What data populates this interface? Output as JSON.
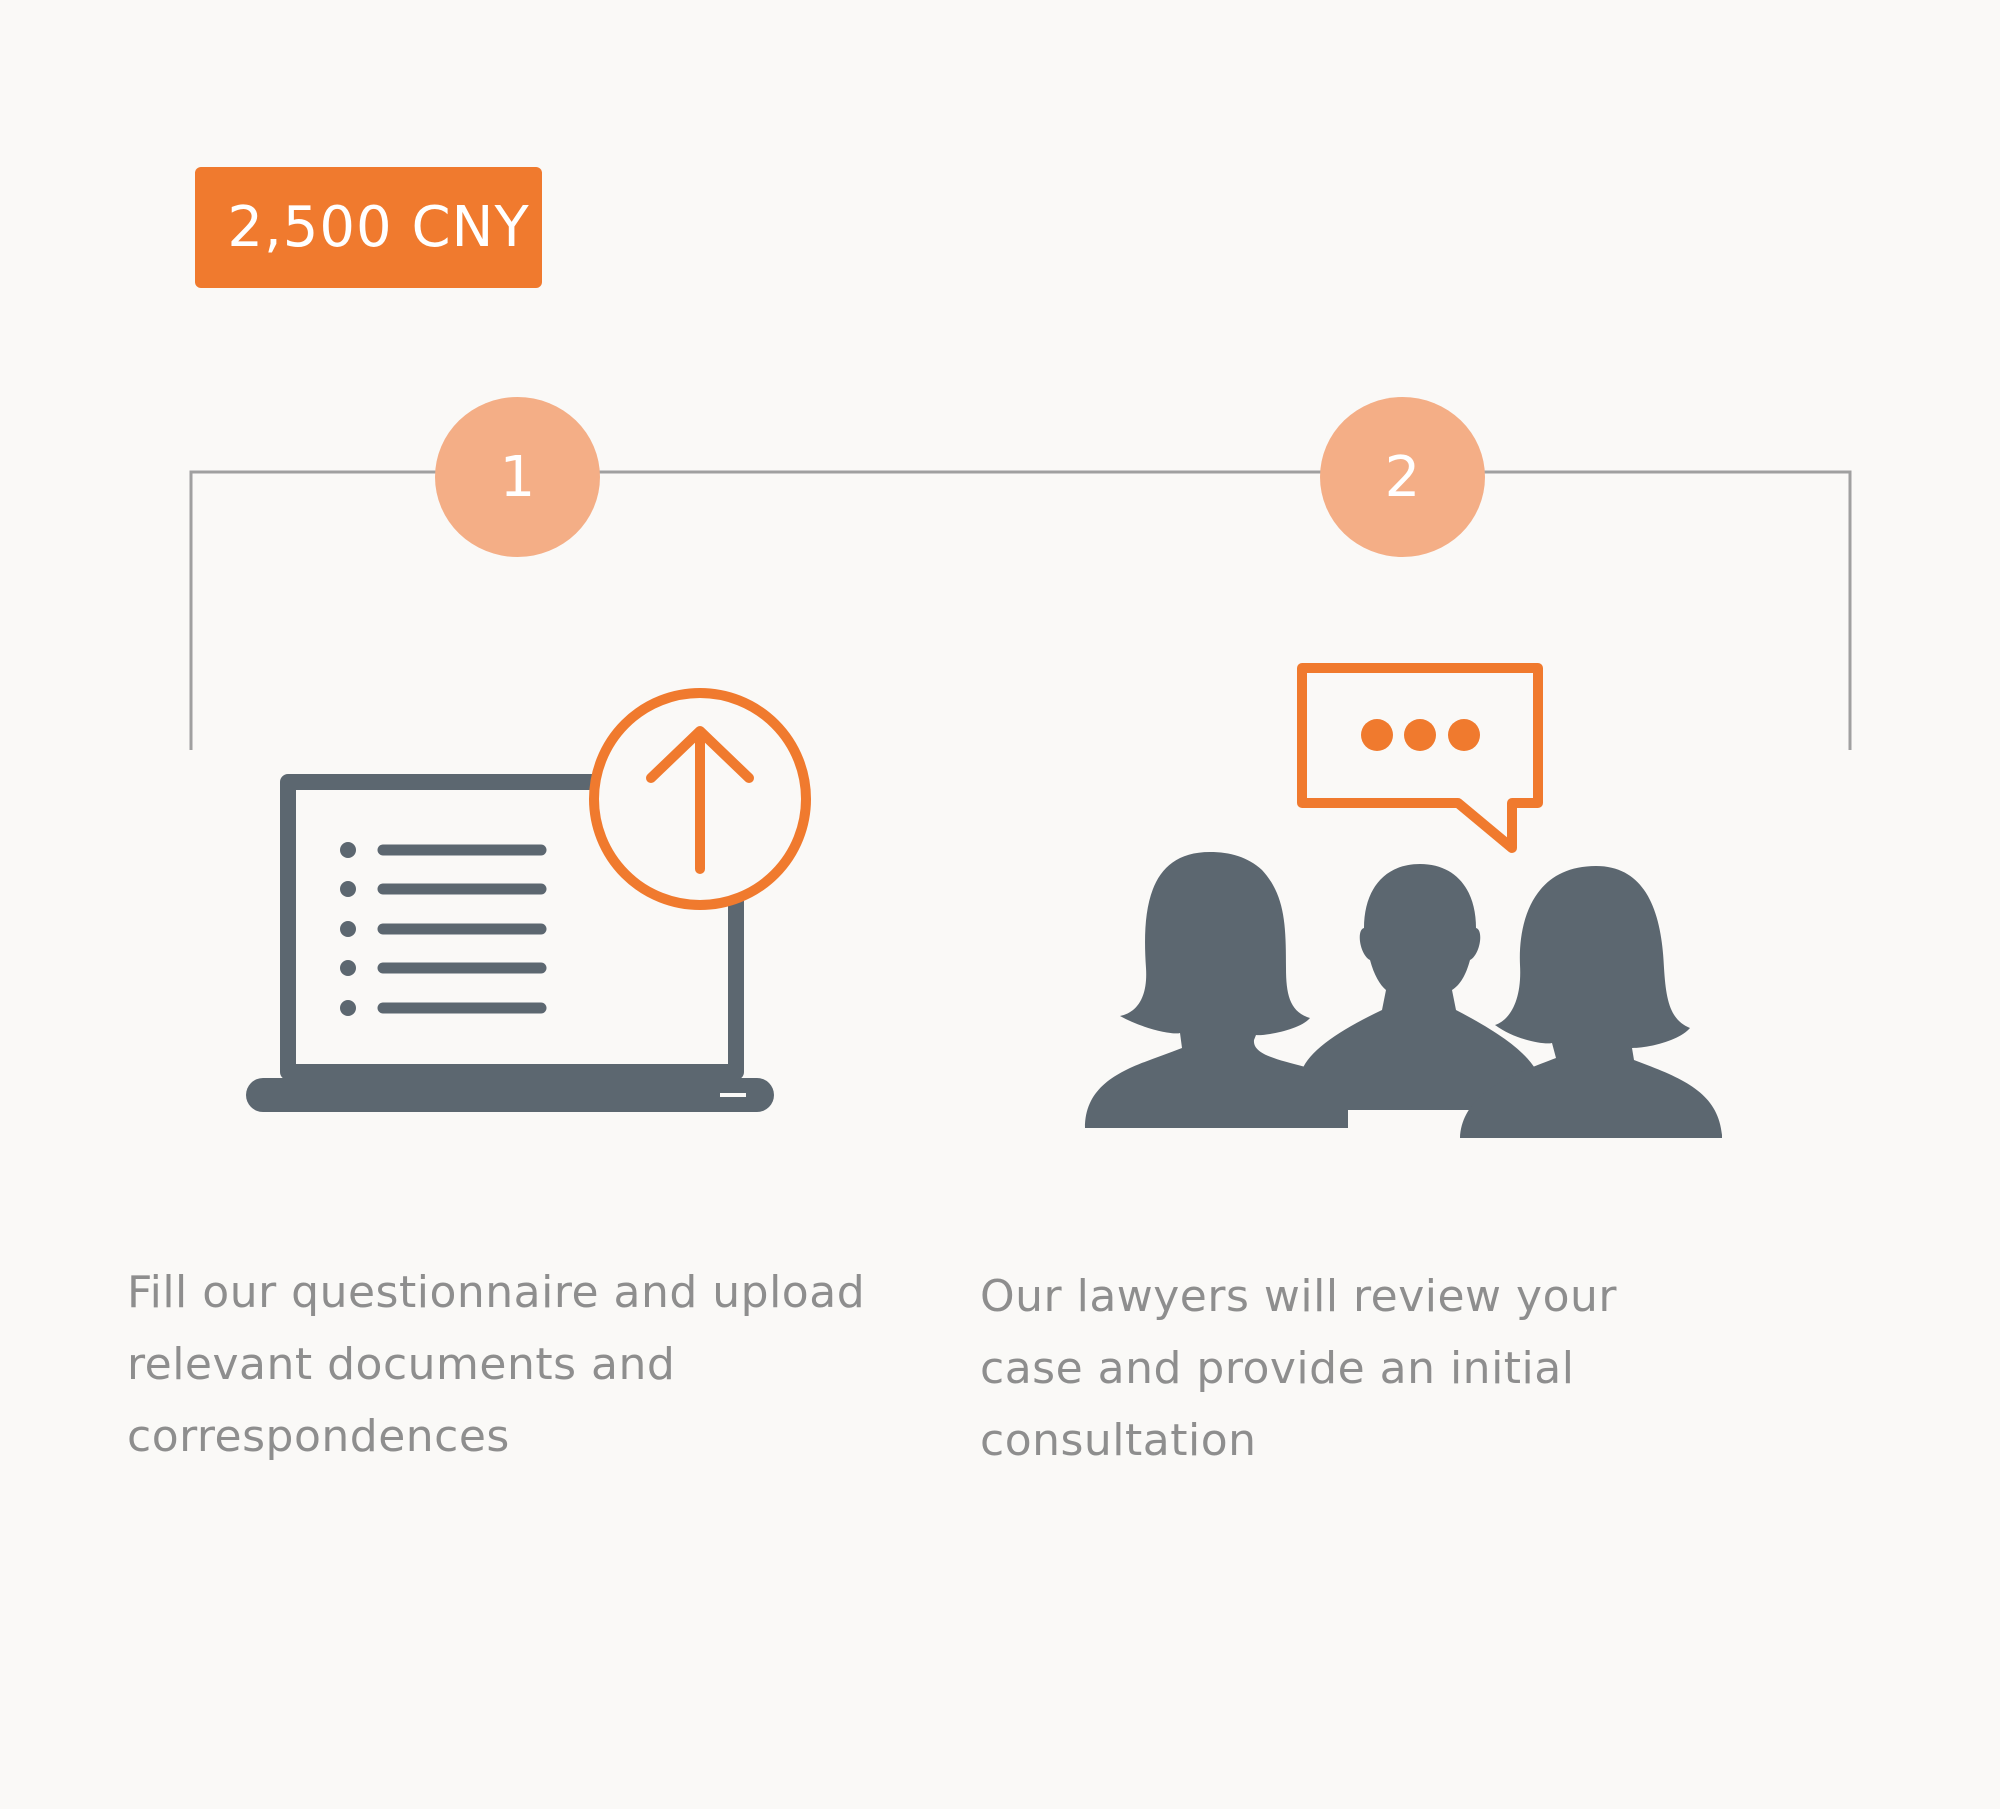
{
  "price": {
    "label": "2,500 CNY"
  },
  "steps": [
    {
      "number": "1",
      "icon": "laptop-upload-icon",
      "description": "Fill our questionnaire and upload relevant documents and correspondences"
    },
    {
      "number": "2",
      "icon": "lawyers-chat-icon",
      "description": "Our lawyers will review your case and provide an initial consultation"
    }
  ],
  "colors": {
    "accent": "#f07a2e",
    "step_circle": "#f4ae86",
    "icon_gray": "#5c6770",
    "text_gray": "#8e8e8e",
    "line_gray": "#a0a0a0",
    "background": "#faf9f7"
  }
}
